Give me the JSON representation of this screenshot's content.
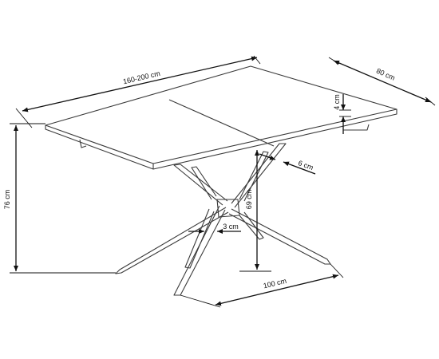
{
  "dimensions": {
    "length": "160-200 cm",
    "depth": "80 cm",
    "top_thickness": "4 cm",
    "leg_width": "6 cm",
    "total_height": "76 cm",
    "leg_height": "69 cm",
    "leg_thickness": "3 cm",
    "base_length": "100 cm"
  }
}
